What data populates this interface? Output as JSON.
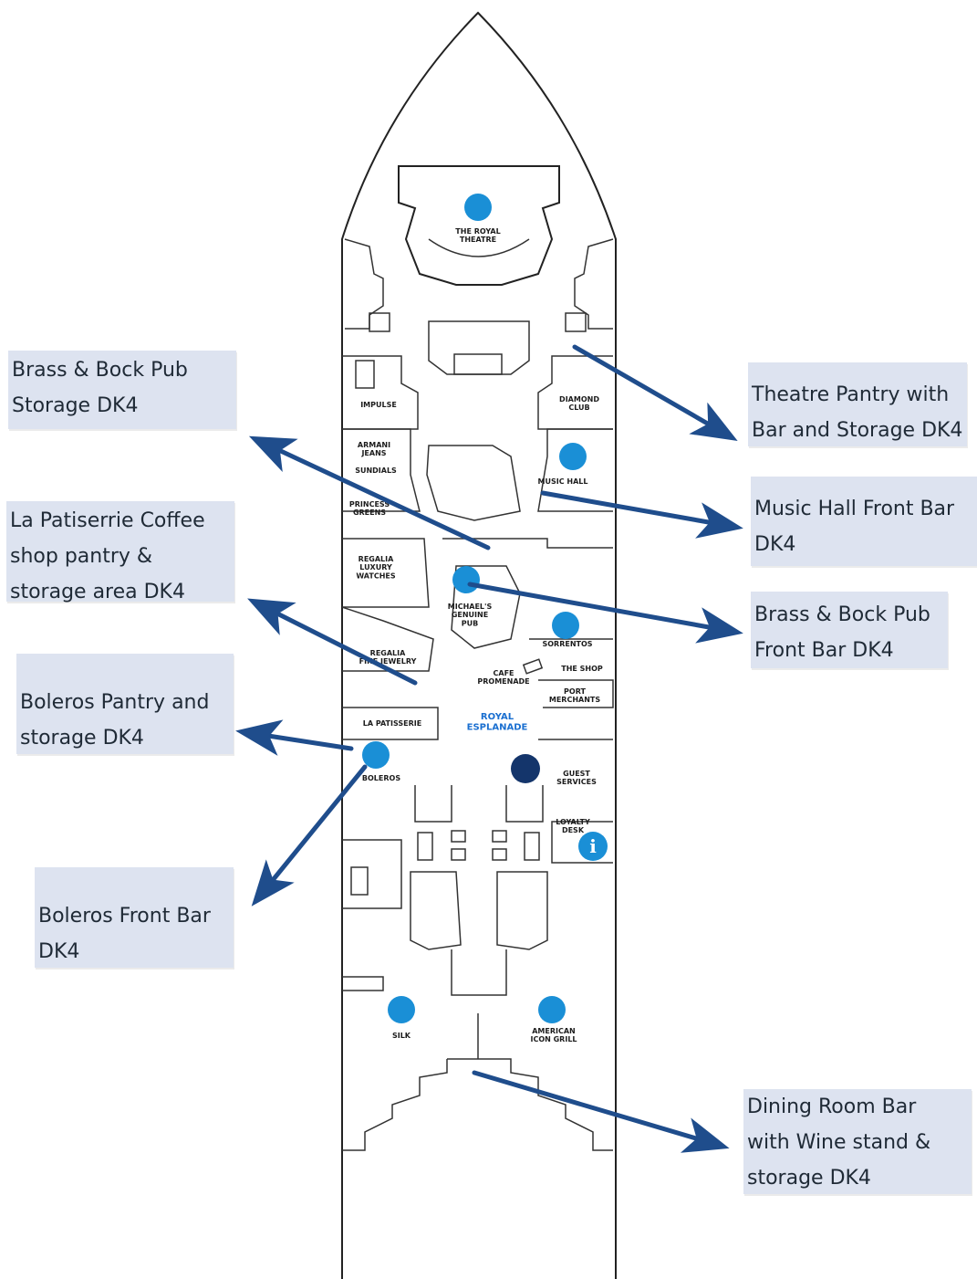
{
  "colors": {
    "arrow": "#1f4d8c",
    "callout_bg": "#dde3f0",
    "venue_icon": "#1a8fd6",
    "guest_services_icon": "#14356b"
  },
  "callouts": [
    {
      "id": "brass-bock-storage",
      "text": "Brass & Bock Pub\nStorage DK4"
    },
    {
      "id": "patisserie",
      "text": "La Patiserrie Coffee\nshop pantry &\nstorage area DK4"
    },
    {
      "id": "boleros-pantry",
      "text": "Boleros Pantry and\nstorage DK4"
    },
    {
      "id": "boleros-front",
      "text": "Boleros Front Bar\nDK4"
    },
    {
      "id": "theatre-pantry",
      "text": "Theatre Pantry with\nBar and Storage DK4"
    },
    {
      "id": "music-hall",
      "text": "Music Hall Front Bar\nDK4"
    },
    {
      "id": "brass-bock-front",
      "text": "Brass & Bock Pub\nFront Bar DK4"
    },
    {
      "id": "dining-room",
      "text": "Dining Room Bar\nwith Wine stand &\nstorage DK4"
    }
  ],
  "rooms": {
    "royal_theatre": "THE ROYAL\nTHEATRE",
    "impulse": "IMPULSE",
    "diamond_club": "DIAMOND\nCLUB",
    "armani_jeans": "ARMANI\nJEANS",
    "sundials": "SUNDIALS",
    "music_hall": "MUSIC HALL",
    "princess_greens": "PRINCESS\nGREENS",
    "regalia_luxury": "REGALIA\nLUXURY\nWATCHES",
    "michaels_pub": "MICHAEL'S\nGENUINE\nPUB",
    "sorrento": "SORRENTOS",
    "regalia_fine": "REGALIA\nFINE JEWELRY",
    "cafe_promenade": "CAFE\nPROMENADE",
    "the_shop": "THE SHOP",
    "port_merchants": "PORT\nMERCHANTS",
    "la_patisserie": "LA PATISSERIE",
    "royal_esplanade": "ROYAL\nESPLANADE",
    "boleros": "BOLEROS",
    "guest_services": "GUEST\nSERVICES",
    "loyalty_desk": "LOYALTY\nDESK",
    "silk": "SILK",
    "american_icon": "AMERICAN\nICON GRILL"
  }
}
